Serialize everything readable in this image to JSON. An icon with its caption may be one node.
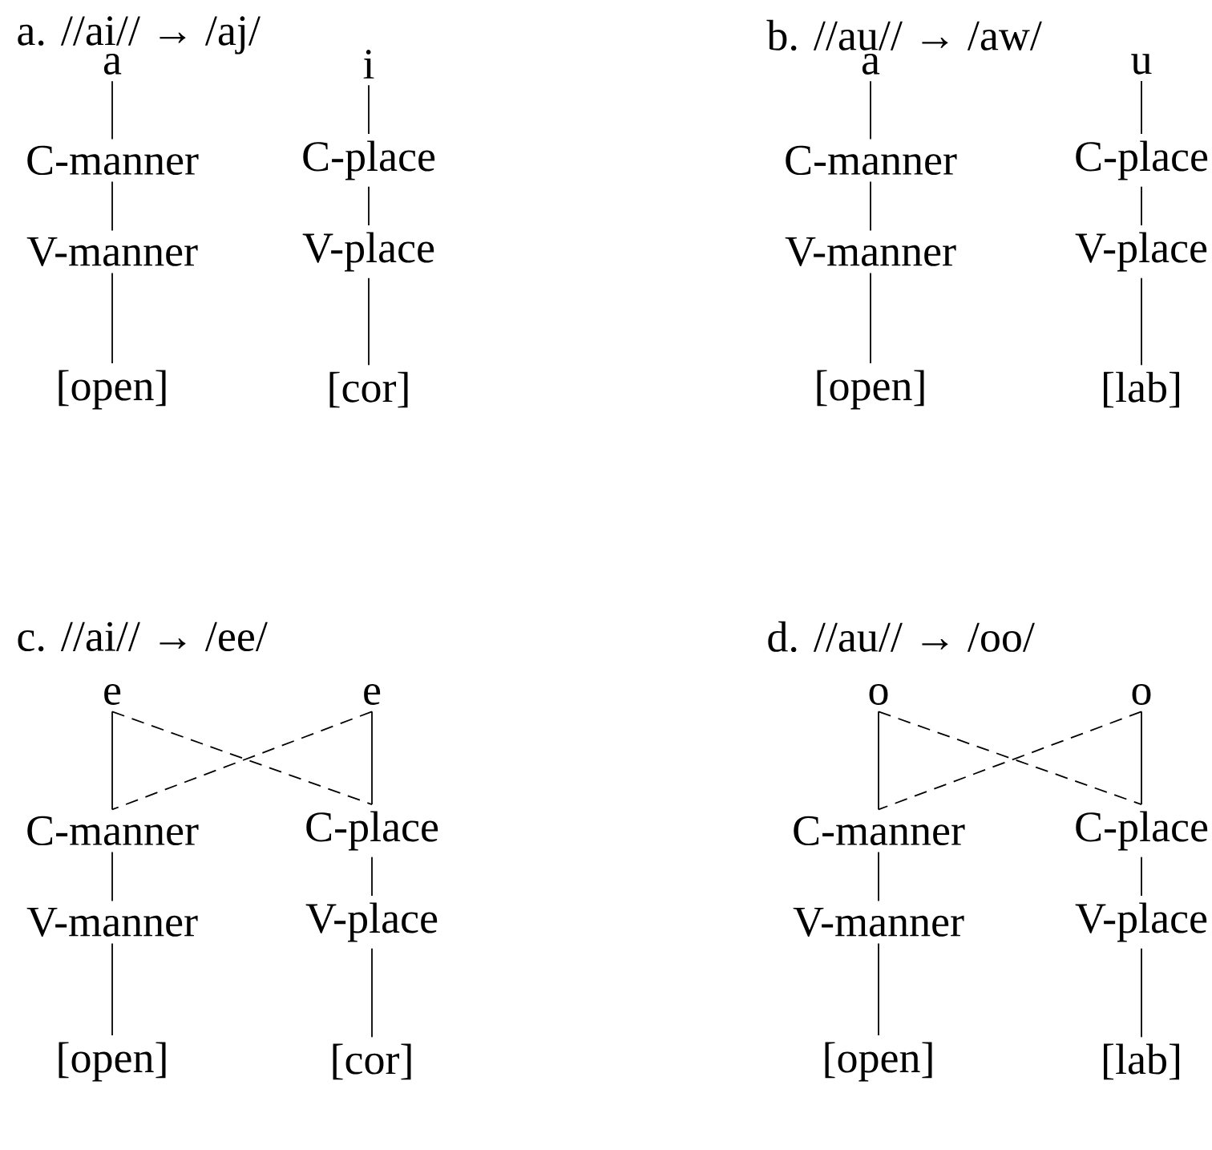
{
  "diagram": {
    "nodes": [
      {
        "text": [
          "a"
        ]
      },
      {
        "text": [
          "C-manner"
        ]
      },
      {
        "text": [
          "V-manner"
        ]
      },
      {
        "text": [
          "[open]"
        ]
      },
      {
        "text": [
          "i"
        ]
      },
      {
        "text": [
          "C-place"
        ]
      },
      {
        "text": [
          "V-place"
        ]
      },
      {
        "text": [
          "[cor]"
        ]
      },
      {
        "text": [
          "a"
        ]
      },
      {
        "text": [
          "C-manner"
        ]
      },
      {
        "text": [
          "V-manner"
        ]
      },
      {
        "text": [
          "[open]"
        ]
      },
      {
        "text": [
          "u"
        ]
      },
      {
        "text": [
          "C-place"
        ]
      },
      {
        "text": [
          "V-place"
        ]
      },
      {
        "text": [
          "[lab]"
        ]
      },
      {
        "text": [
          "e"
        ]
      },
      {
        "text": [
          "C-manner"
        ]
      },
      {
        "text": [
          "V-manner"
        ]
      },
      {
        "text": [
          "[open]"
        ]
      },
      {
        "text": [
          "e"
        ]
      },
      {
        "text": [
          "C-place"
        ]
      },
      {
        "text": [
          "V-place"
        ]
      },
      {
        "text": [
          "[cor]"
        ]
      },
      {
        "text": [
          "o"
        ]
      },
      {
        "text": [
          "C-manner"
        ]
      },
      {
        "text": [
          "V-manner"
        ]
      },
      {
        "text": [
          "[open]"
        ]
      },
      {
        "text": [
          "o"
        ]
      },
      {
        "text": [
          "C-place"
        ]
      },
      {
        "text": [
          "V-place"
        ]
      },
      {
        "text": [
          "[lab]"
        ]
      }
    ],
    "edges": [
      {
        "from": 0,
        "to": 1,
        "arrow": "none"
      },
      {
        "from": 1,
        "to": 2,
        "arrow": "none"
      },
      {
        "from": 2,
        "to": 3,
        "arrow": "none"
      },
      {
        "from": 4,
        "to": 5,
        "arrow": "none"
      },
      {
        "from": 5,
        "to": 6,
        "arrow": "none"
      },
      {
        "from": 6,
        "to": 7,
        "arrow": "none"
      },
      {
        "from": 8,
        "to": 9,
        "arrow": "none"
      },
      {
        "from": 9,
        "to": 10,
        "arrow": "none"
      },
      {
        "from": 10,
        "to": 11,
        "arrow": "none"
      },
      {
        "from": 12,
        "to": 13,
        "arrow": "none"
      },
      {
        "from": 13,
        "to": 14,
        "arrow": "none"
      },
      {
        "from": 14,
        "to": 15,
        "arrow": "none"
      },
      {
        "from": 16,
        "to": 17,
        "arrow": "none"
      },
      {
        "from": 16,
        "to": 21,
        "arrow": "none",
        "style": "dashed"
      },
      {
        "from": 20,
        "to": 21,
        "arrow": "none"
      },
      {
        "from": 20,
        "to": 17,
        "arrow": "none",
        "style": "dashed"
      },
      {
        "from": 17,
        "to": 18,
        "arrow": "none"
      },
      {
        "from": 18,
        "to": 19,
        "arrow": "none"
      },
      {
        "from": 21,
        "to": 22,
        "arrow": "none"
      },
      {
        "from": 22,
        "to": 23,
        "arrow": "none"
      },
      {
        "from": 24,
        "to": 25,
        "arrow": "none"
      },
      {
        "from": 24,
        "to": 29,
        "arrow": "none",
        "style": "dashed"
      },
      {
        "from": 28,
        "to": 29,
        "arrow": "none"
      },
      {
        "from": 28,
        "to": 25,
        "arrow": "none",
        "style": "dashed"
      },
      {
        "from": 25,
        "to": 26,
        "arrow": "none"
      },
      {
        "from": 26,
        "to": 27,
        "arrow": "none"
      },
      {
        "from": 29,
        "to": 30,
        "arrow": "none"
      },
      {
        "from": 30,
        "to": 31,
        "arrow": "none"
      }
    ],
    "labels": [
      "a. //ai// → /aj/",
      "b. //au// → /aw/",
      "c. //ai// → /ee/",
      "d. //au// → /oo/"
    ]
  }
}
